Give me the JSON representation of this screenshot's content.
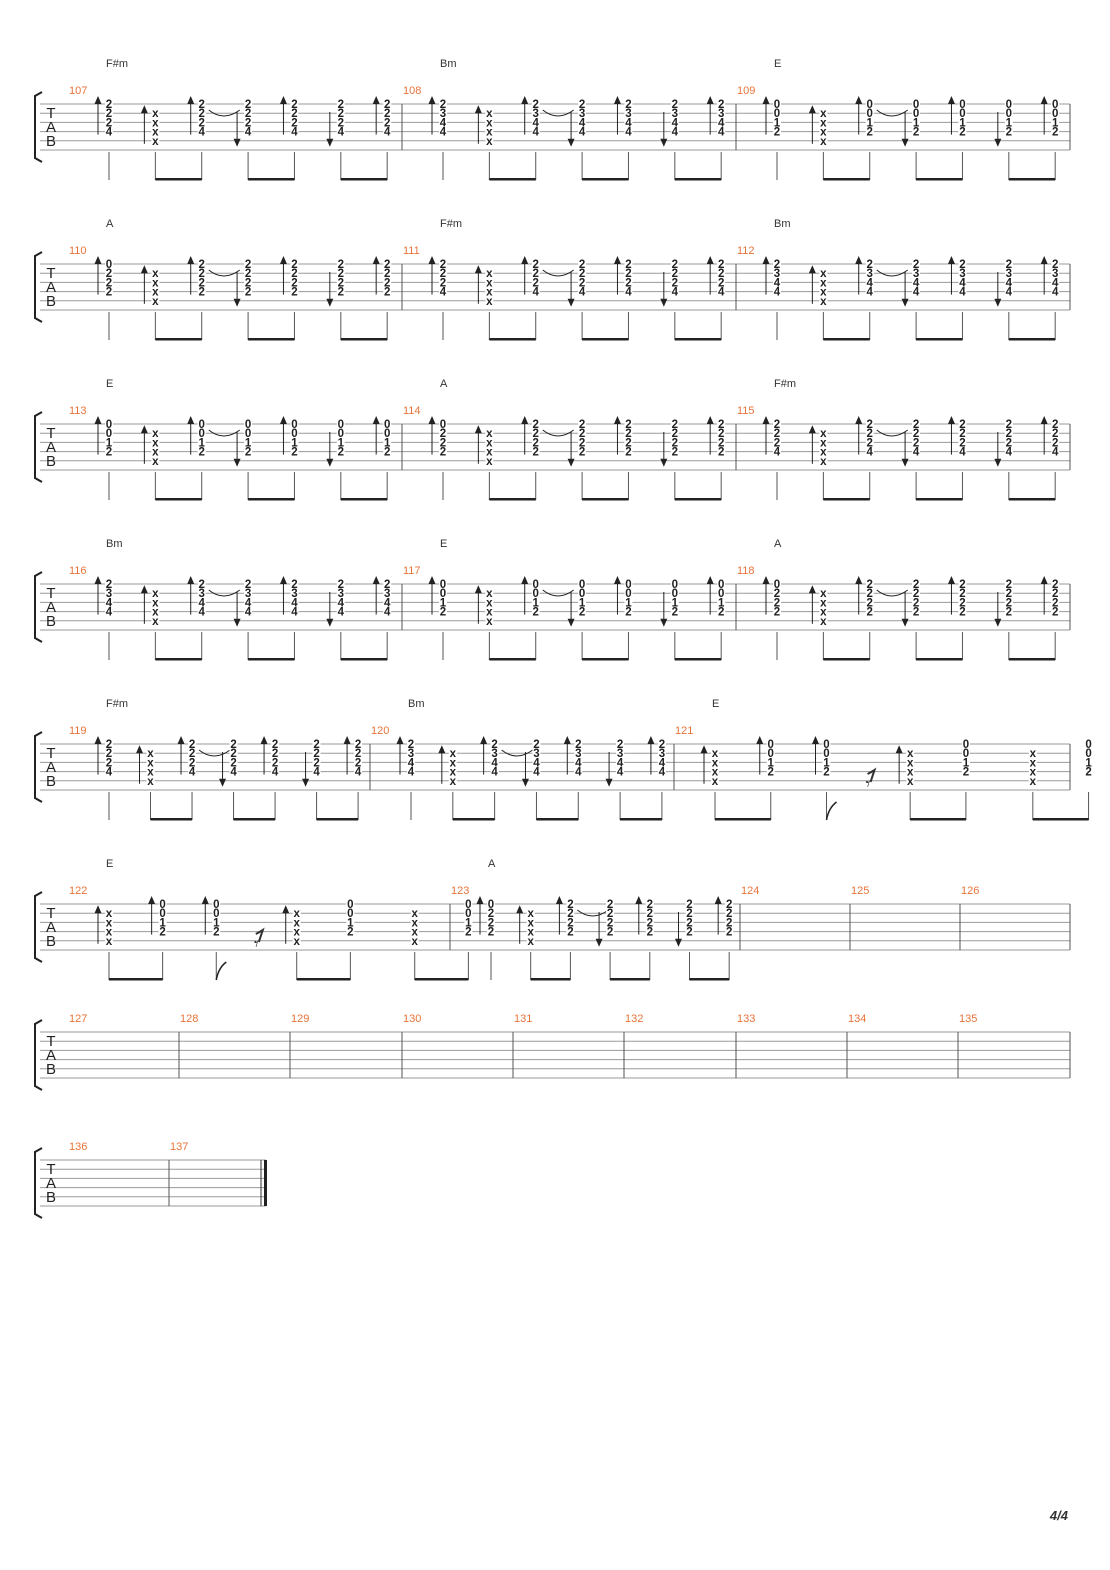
{
  "page": {
    "number": "4/4"
  },
  "staff": {
    "clef_letters": [
      "T",
      "A",
      "B"
    ]
  },
  "colors": {
    "measure_number": "#e8733a",
    "staff_line": "#9a9a9a",
    "notes": "#222222"
  },
  "patterns": {
    "strum": [
      {
        "b": 0,
        "dir": "up",
        "stem": "single",
        "src": "c"
      },
      {
        "b": 1,
        "dir": "up",
        "stem": "beam-start",
        "src": "x4"
      },
      {
        "b": 2,
        "dir": "up",
        "stem": "beam-end",
        "src": "c",
        "tie": true
      },
      {
        "b": 3,
        "dir": "down",
        "stem": "beam-start",
        "src": "c"
      },
      {
        "b": 4,
        "dir": "up",
        "stem": "beam-end",
        "src": "c"
      },
      {
        "b": 5,
        "dir": "down",
        "stem": "beam-start",
        "src": "c"
      },
      {
        "b": 6,
        "dir": "up",
        "stem": "beam-end",
        "src": "c"
      }
    ],
    "mute": [
      {
        "b": 0,
        "dir": "up",
        "stem": "beam-start",
        "src": "x4"
      },
      {
        "b": 1,
        "dir": "up",
        "stem": "beam-end",
        "src": "c"
      },
      {
        "b": 2,
        "dir": "up",
        "stem": "flag",
        "src": "c"
      },
      {
        "b": 2.7,
        "kind": "rest"
      },
      {
        "b": 3.5,
        "dir": "up",
        "stem": "beam-start",
        "src": "x4"
      },
      {
        "b": 4.5,
        "dir": "none",
        "stem": "beam-end",
        "src": "c"
      },
      {
        "b": 5.7,
        "dir": "none",
        "stem": "beam-start",
        "src": "x4"
      },
      {
        "b": 6.7,
        "dir": "none",
        "stem": "beam-end",
        "src": "c"
      }
    ]
  },
  "systems": [
    {
      "measures": [
        {
          "number": "107",
          "chord_label": "F#m",
          "pattern": "strum",
          "chord": [
            "2",
            "2",
            "2",
            "4"
          ]
        },
        {
          "number": "108",
          "chord_label": "Bm",
          "pattern": "strum",
          "chord": [
            "2",
            "3",
            "4",
            "4"
          ]
        },
        {
          "number": "109",
          "chord_label": "E",
          "pattern": "strum",
          "chord": [
            "0",
            "0",
            "1",
            "2"
          ]
        }
      ]
    },
    {
      "measures": [
        {
          "number": "110",
          "chord_label": "A",
          "pattern": "strum",
          "chord": [
            "0",
            "2",
            "2",
            "2"
          ],
          "first_chord": [
            "0",
            "2",
            "2",
            "2"
          ],
          "after_first": [
            "2",
            "2",
            "2",
            "2"
          ]
        },
        {
          "number": "111",
          "chord_label": "F#m",
          "pattern": "strum",
          "chord": [
            "2",
            "2",
            "2",
            "4"
          ]
        },
        {
          "number": "112",
          "chord_label": "Bm",
          "pattern": "strum",
          "chord": [
            "2",
            "3",
            "4",
            "4"
          ]
        }
      ]
    },
    {
      "measures": [
        {
          "number": "113",
          "chord_label": "E",
          "pattern": "strum",
          "chord": [
            "0",
            "0",
            "1",
            "2"
          ]
        },
        {
          "number": "114",
          "chord_label": "A",
          "pattern": "strum",
          "chord": [
            "0",
            "2",
            "2",
            "2"
          ],
          "after_first": [
            "2",
            "2",
            "2",
            "2"
          ]
        },
        {
          "number": "115",
          "chord_label": "F#m",
          "pattern": "strum",
          "chord": [
            "2",
            "2",
            "2",
            "4"
          ]
        }
      ]
    },
    {
      "measures": [
        {
          "number": "116",
          "chord_label": "Bm",
          "pattern": "strum",
          "chord": [
            "2",
            "3",
            "4",
            "4"
          ]
        },
        {
          "number": "117",
          "chord_label": "E",
          "pattern": "strum",
          "chord": [
            "0",
            "0",
            "1",
            "2"
          ]
        },
        {
          "number": "118",
          "chord_label": "A",
          "pattern": "strum",
          "chord": [
            "0",
            "2",
            "2",
            "2"
          ],
          "after_first": [
            "2",
            "2",
            "2",
            "2"
          ]
        }
      ]
    },
    {
      "measures": [
        {
          "number": "119",
          "chord_label": "F#m",
          "pattern": "strum",
          "chord": [
            "2",
            "2",
            "2",
            "4"
          ]
        },
        {
          "number": "120",
          "chord_label": "Bm",
          "pattern": "strum",
          "chord": [
            "2",
            "3",
            "4",
            "4"
          ]
        },
        {
          "number": "121",
          "chord_label": "E",
          "pattern": "mute",
          "chord": [
            "0",
            "0",
            "1",
            "2"
          ]
        }
      ]
    },
    {
      "measures": [
        {
          "number": "122",
          "chord_label": "E",
          "pattern": "mute",
          "chord": [
            "0",
            "0",
            "1",
            "2"
          ]
        },
        {
          "number": "123",
          "chord_label": "A",
          "pattern": "strum",
          "chord": [
            "0",
            "2",
            "2",
            "2"
          ],
          "after_first": [
            "2",
            "2",
            "2",
            "2"
          ]
        },
        {
          "number": "124",
          "chord_label": "",
          "pattern": "empty",
          "chord": []
        },
        {
          "number": "125",
          "chord_label": "",
          "pattern": "empty",
          "chord": []
        },
        {
          "number": "126",
          "chord_label": "",
          "pattern": "empty",
          "chord": []
        }
      ]
    },
    {
      "measures": [
        {
          "number": "127"
        },
        {
          "number": "128"
        },
        {
          "number": "129"
        },
        {
          "number": "130"
        },
        {
          "number": "131"
        },
        {
          "number": "132"
        },
        {
          "number": "133"
        },
        {
          "number": "134"
        },
        {
          "number": "135"
        }
      ]
    },
    {
      "measures": [
        {
          "number": "136"
        },
        {
          "number": "137"
        }
      ],
      "final_barline": true
    }
  ]
}
